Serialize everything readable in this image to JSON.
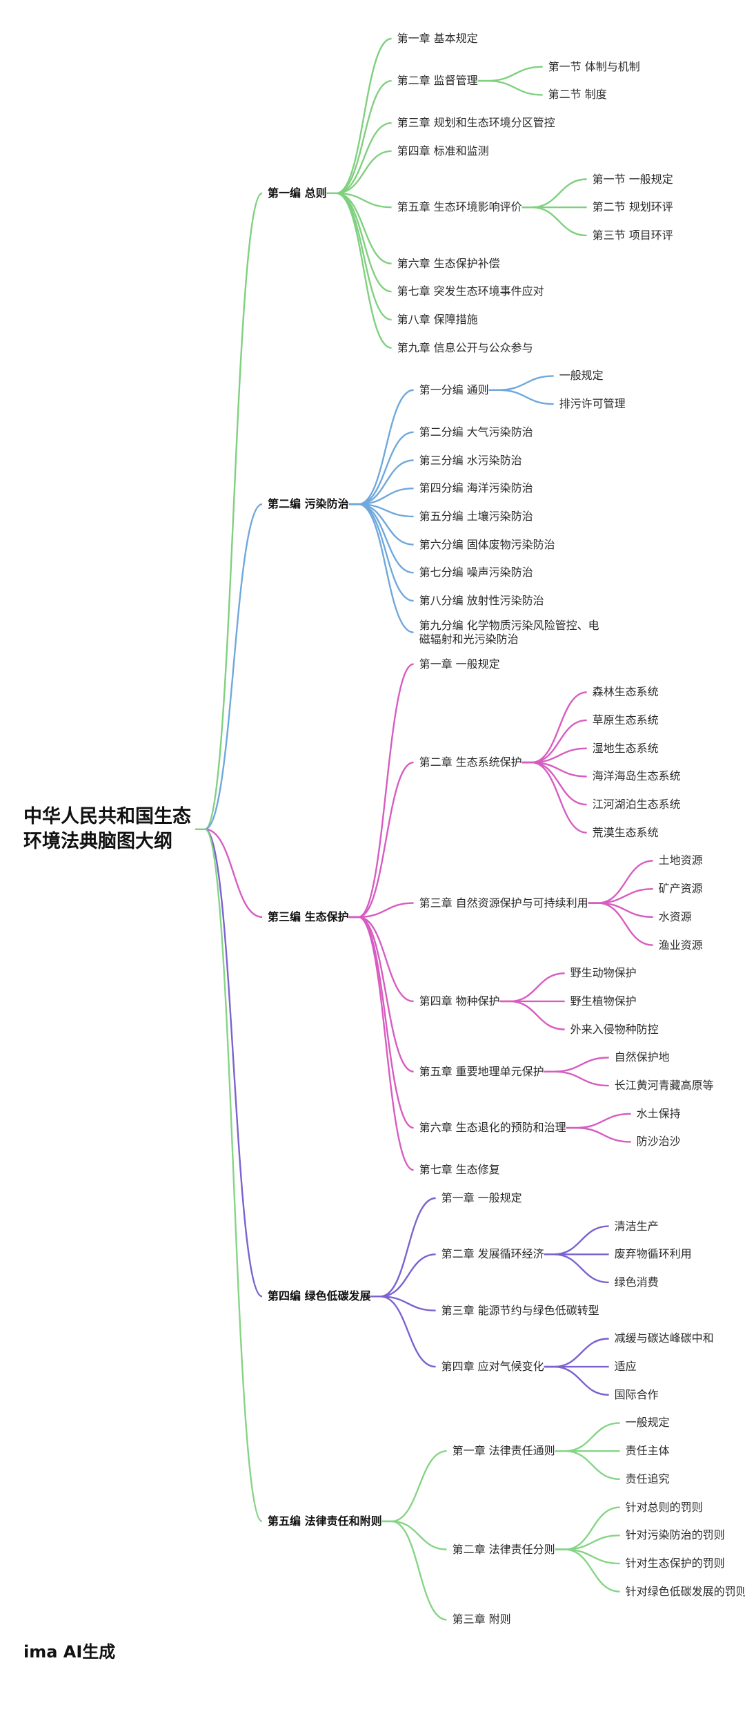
{
  "title": "中华人民共和国生态环境法典脑图大纲",
  "footer": "ima AI生成",
  "sections": [
    {
      "label": "第一编 总则",
      "color": "#7fd07f",
      "children": [
        {
          "label": "第一章 基本规定"
        },
        {
          "label": "第二章 监督管理",
          "children": [
            {
              "label": "第一节 体制与机制"
            },
            {
              "label": "第二节 制度"
            }
          ]
        },
        {
          "label": "第三章 规划和生态环境分区管控"
        },
        {
          "label": "第四章 标准和监测"
        },
        {
          "label": "第五章 生态环境影响评价",
          "children": [
            {
              "label": "第一节 一般规定"
            },
            {
              "label": "第二节 规划环评"
            },
            {
              "label": "第三节 项目环评"
            }
          ]
        },
        {
          "label": "第六章 生态保护补偿"
        },
        {
          "label": "第七章 突发生态环境事件应对"
        },
        {
          "label": "第八章 保障措施"
        },
        {
          "label": "第九章 信息公开与公众参与"
        }
      ]
    },
    {
      "label": "第二编 污染防治",
      "color": "#6fa8dc",
      "children": [
        {
          "label": "第一分编 通则",
          "children": [
            {
              "label": "一般规定"
            },
            {
              "label": "排污许可管理"
            }
          ]
        },
        {
          "label": "第二分编 大气污染防治"
        },
        {
          "label": "第三分编 水污染防治"
        },
        {
          "label": "第四分编 海洋污染防治"
        },
        {
          "label": "第五分编 土壤污染防治"
        },
        {
          "label": "第六分编 固体废物污染防治"
        },
        {
          "label": "第七分编 噪声污染防治"
        },
        {
          "label": "第八分编 放射性污染防治"
        },
        {
          "label": "第九分编 化学物质污染风险管控、电磁辐射和光污染防治"
        }
      ]
    },
    {
      "label": "第三编 生态保护",
      "color": "#d75cc0",
      "children": [
        {
          "label": "第一章 一般规定"
        },
        {
          "label": "第二章 生态系统保护",
          "children": [
            {
              "label": "森林生态系统"
            },
            {
              "label": "草原生态系统"
            },
            {
              "label": "湿地生态系统"
            },
            {
              "label": "海洋海岛生态系统"
            },
            {
              "label": "江河湖泊生态系统"
            },
            {
              "label": "荒漠生态系统"
            }
          ]
        },
        {
          "label": "第三章 自然资源保护与可持续利用",
          "children": [
            {
              "label": "土地资源"
            },
            {
              "label": "矿产资源"
            },
            {
              "label": "水资源"
            },
            {
              "label": "渔业资源"
            }
          ]
        },
        {
          "label": "第四章 物种保护",
          "children": [
            {
              "label": "野生动物保护"
            },
            {
              "label": "野生植物保护"
            },
            {
              "label": "外来入侵物种防控"
            }
          ]
        },
        {
          "label": "第五章 重要地理单元保护",
          "children": [
            {
              "label": "自然保护地"
            },
            {
              "label": "长江黄河青藏高原等"
            }
          ]
        },
        {
          "label": "第六章 生态退化的预防和治理",
          "children": [
            {
              "label": "水土保持"
            },
            {
              "label": "防沙治沙"
            }
          ]
        },
        {
          "label": "第七章 生态修复"
        }
      ]
    },
    {
      "label": "第四编 绿色低碳发展",
      "color": "#7b62cf",
      "children": [
        {
          "label": "第一章 一般规定"
        },
        {
          "label": "第二章 发展循环经济",
          "children": [
            {
              "label": "清洁生产"
            },
            {
              "label": "废弃物循环利用"
            },
            {
              "label": "绿色消费"
            }
          ]
        },
        {
          "label": "第三章 能源节约与绿色低碳转型"
        },
        {
          "label": "第四章 应对气候变化",
          "children": [
            {
              "label": "减缓与碳达峰碳中和"
            },
            {
              "label": "适应"
            },
            {
              "label": "国际合作"
            }
          ]
        }
      ]
    },
    {
      "label": "第五编 法律责任和附则",
      "color": "#86d486",
      "children": [
        {
          "label": "第一章 法律责任通则",
          "children": [
            {
              "label": "一般规定"
            },
            {
              "label": "责任主体"
            },
            {
              "label": "责任追究"
            }
          ]
        },
        {
          "label": "第二章 法律责任分则",
          "children": [
            {
              "label": "针对总则的罚则"
            },
            {
              "label": "针对污染防治的罚则"
            },
            {
              "label": "针对生态保护的罚则"
            },
            {
              "label": "针对绿色低碳发展的罚则"
            }
          ]
        },
        {
          "label": "第三章 附则"
        }
      ]
    }
  ]
}
